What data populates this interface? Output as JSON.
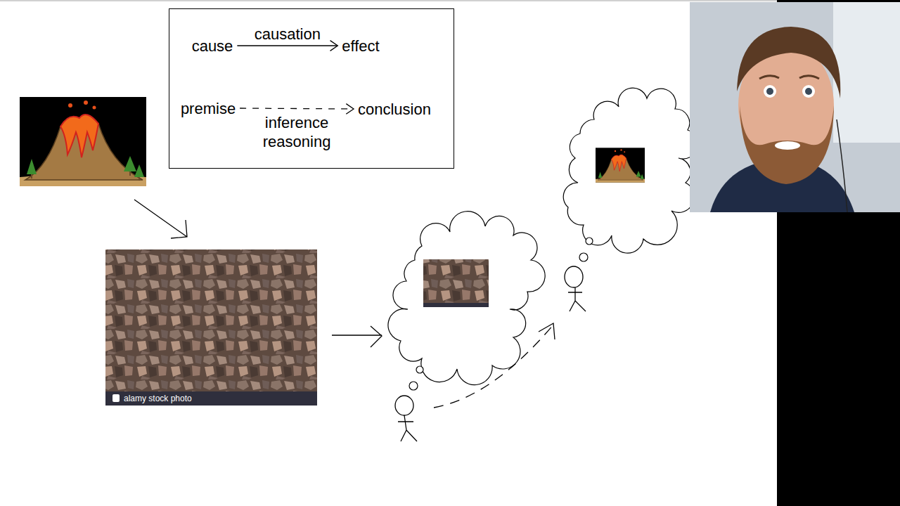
{
  "diagram": {
    "nodes": [
      {
        "text": []
      },
      {
        "text": [
          "cause"
        ],
        "in": 0
      },
      {
        "text": [
          "effect"
        ],
        "in": 0
      },
      {
        "text": [
          "premise"
        ],
        "in": 0
      },
      {
        "text": [
          "conclusion"
        ],
        "in": 0
      }
    ],
    "edges": [
      {
        "from": 1,
        "to": 2,
        "arrow": "to",
        "label": "causation"
      },
      {
        "from": 3,
        "to": 4,
        "arrow": "to",
        "label": "inference reasoning"
      }
    ],
    "labels": [
      "alamy stock photo"
    ]
  }
}
